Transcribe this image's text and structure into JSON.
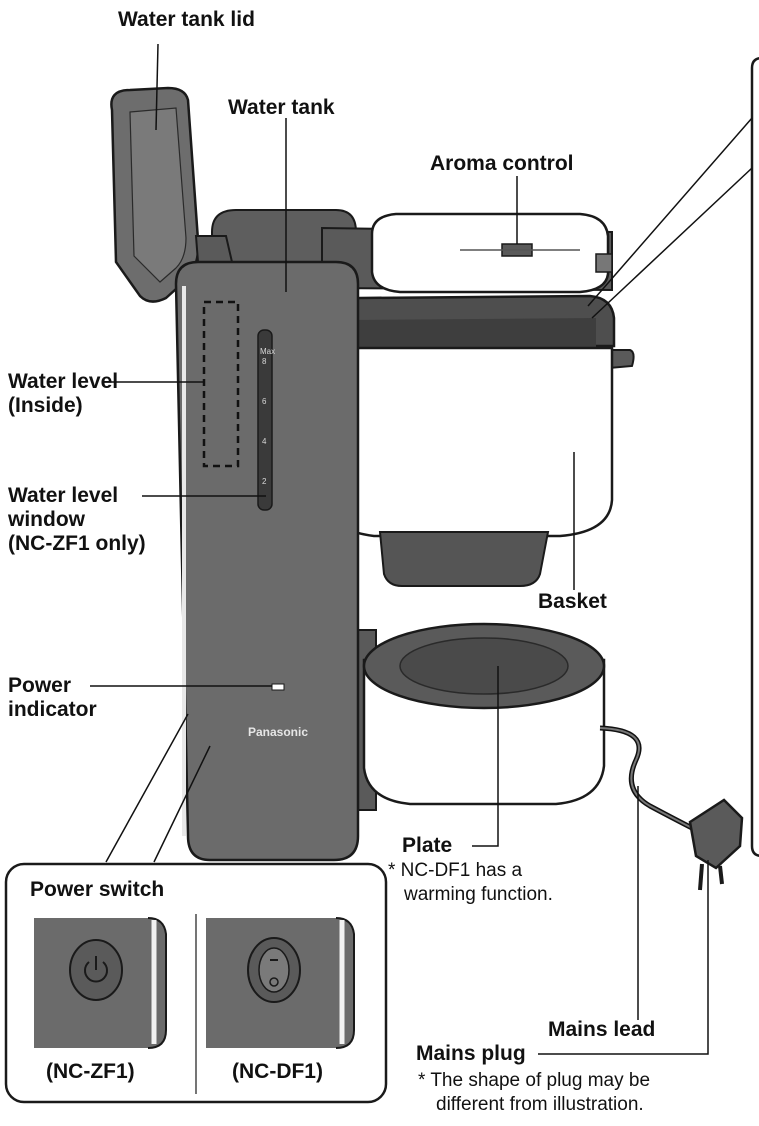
{
  "labels": {
    "water_tank_lid": "Water tank lid",
    "water_tank": "Water tank",
    "aroma_control": "Aroma control",
    "water_level_1": "Water level",
    "water_level_2": "(Inside)",
    "water_level_window_1": "Water level",
    "water_level_window_2": "window",
    "water_level_window_3": "(NC-ZF1 only)",
    "basket": "Basket",
    "power_indicator_1": "Power",
    "power_indicator_2": "indicator",
    "plate": "Plate",
    "plate_note_1": "* NC-DF1 has a",
    "plate_note_2": "warming function.",
    "mains_lead": "Mains lead",
    "mains_plug": "Mains plug",
    "plug_note_1": "* The shape of plug may be",
    "plug_note_2": "different from illustration.",
    "power_switch": "Power switch",
    "model_zf1": "(NC-ZF1)",
    "model_df1": "(NC-DF1)"
  },
  "product": {
    "brand": "Panasonic",
    "scale_marks": [
      "Max",
      "8",
      "6",
      "4",
      "2"
    ]
  },
  "colors": {
    "body_gray": "#6b6b6b",
    "dark_gray": "#4a4a4a",
    "white_part": "#ffffff",
    "outline": "#1a1a1a"
  }
}
